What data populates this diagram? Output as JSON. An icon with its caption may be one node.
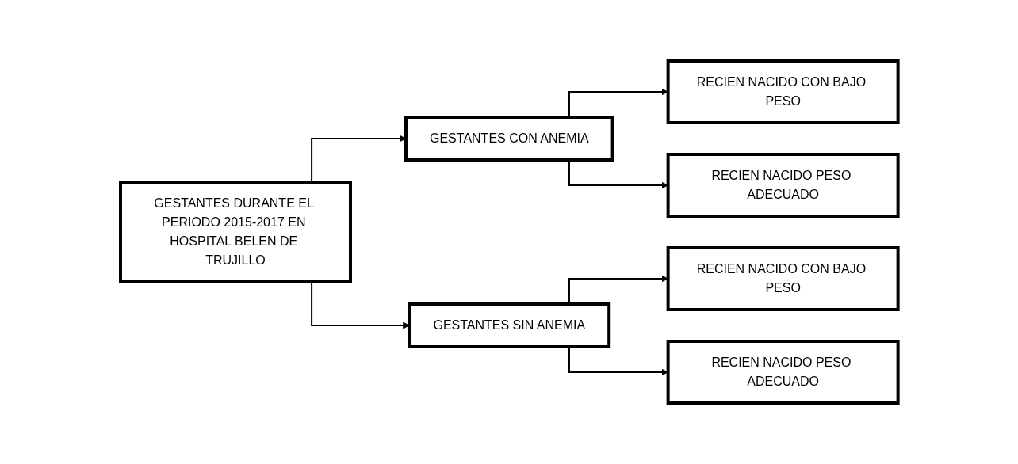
{
  "diagram": {
    "nodes": [
      {
        "text": [
          "GESTANTES DURANTE EL PERIODO 2015-2017 EN HOSPITAL BELEN DE TRUJILLO"
        ]
      },
      {
        "text": [
          "GESTANTES CON ANEMIA"
        ]
      },
      {
        "text": [
          "GESTANTES SIN ANEMIA"
        ]
      },
      {
        "text": [
          "RECIEN NACIDO CON BAJO PESO"
        ]
      },
      {
        "text": [
          "RECIEN NACIDO PESO ADECUADO"
        ]
      },
      {
        "text": [
          "RECIEN NACIDO CON BAJO PESO"
        ]
      },
      {
        "text": [
          "RECIEN NACIDO PESO ADECUADO"
        ]
      }
    ],
    "edges": [
      {
        "from": 0,
        "to": 1,
        "arrow": "to"
      },
      {
        "from": 0,
        "to": 2,
        "arrow": "to"
      },
      {
        "from": 1,
        "to": 3,
        "arrow": "to"
      },
      {
        "from": 1,
        "to": 4,
        "arrow": "to"
      },
      {
        "from": 2,
        "to": 5,
        "arrow": "to"
      },
      {
        "from": 2,
        "to": 6,
        "arrow": "to"
      }
    ]
  }
}
